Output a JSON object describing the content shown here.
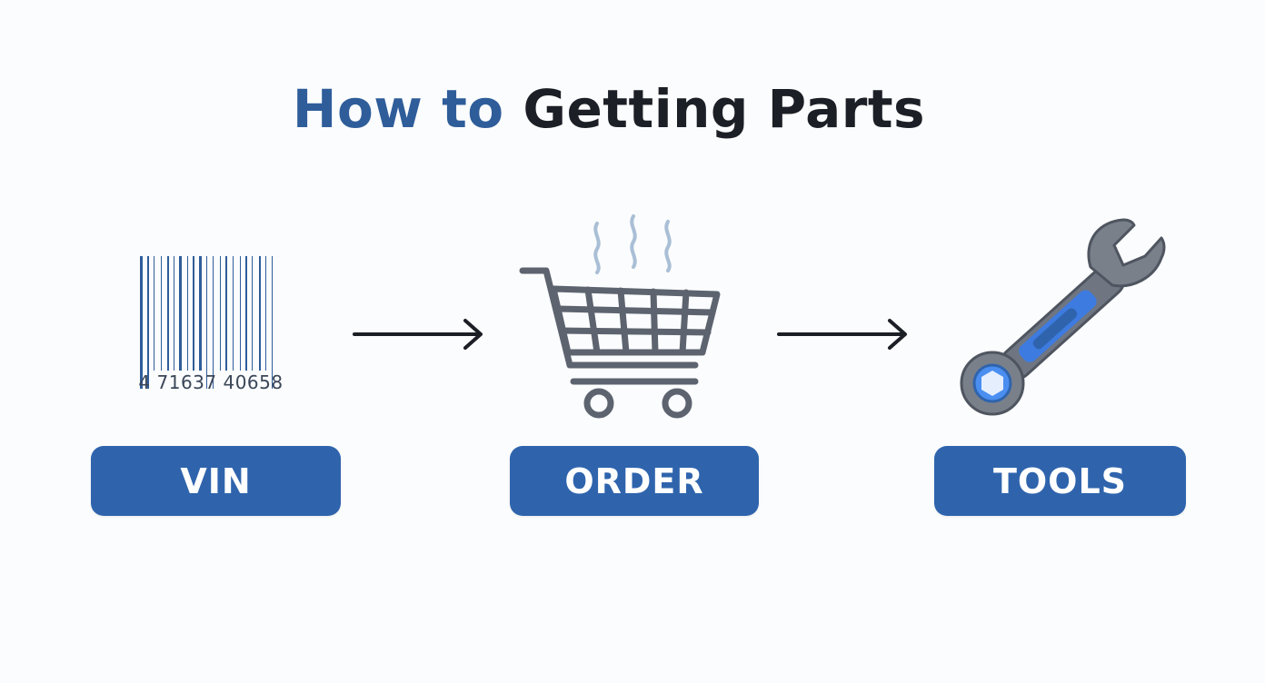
{
  "title": {
    "part1": "How to",
    "part2": "Getting Parts"
  },
  "barcode": {
    "digits": "4  71637  40658",
    "icon": "barcode-icon"
  },
  "steps": [
    {
      "label": "VIN",
      "icon": "barcode-icon"
    },
    {
      "label": "ORDER",
      "icon": "shopping-cart-icon"
    },
    {
      "label": "TOOLS",
      "icon": "wrench-icon"
    }
  ],
  "colors": {
    "accent": "#2f64ad",
    "title_blue": "#2f5d9a",
    "dark": "#1c1f26",
    "gray": "#5d6470"
  }
}
